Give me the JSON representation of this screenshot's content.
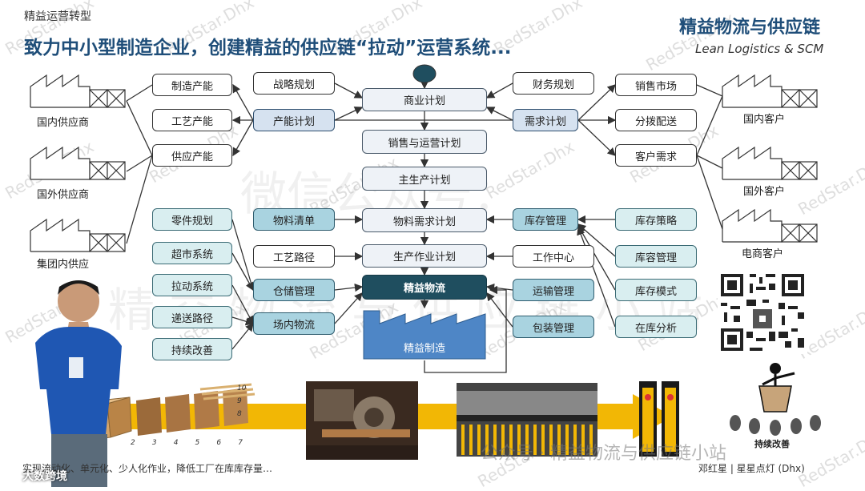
{
  "header": {
    "section_label": "精益运营转型",
    "title": "致力中小型制造企业，创建精益的供应链“拉动”运营系统...",
    "brand_cn": "精益物流与供应链",
    "brand_en": "Lean Logistics & SCM"
  },
  "left_entities": {
    "domestic_supplier": "国内供应商",
    "foreign_supplier": "国外供应商",
    "group_supplier": "集团内供应"
  },
  "right_entities": {
    "domestic_customer": "国内客户",
    "foreign_customer": "国外客户",
    "ecommerce_customer": "电商客户"
  },
  "boxes": {
    "mfg_capacity": "制造产能",
    "process_capacity": "工艺产能",
    "supply_capacity": "供应产能",
    "strategic_planning": "战略规划",
    "capacity_plan": "产能计划",
    "business_plan": "商业计划",
    "sop": "销售与运营计划",
    "mps": "主生产计划",
    "mrp": "物料需求计划",
    "production_plan": "生产作业计划",
    "lean_logistics": "精益物流",
    "lean_manufacturing": "精益制造",
    "financial_planning": "财务规划",
    "demand_plan": "需求计划",
    "sales_market": "销售市场",
    "distribution": "分拨配送",
    "customer_demand": "客户需求",
    "parts_planning": "零件规划",
    "supermarket": "超市系统",
    "pull_system": "拉动系统",
    "delivery_route": "递送路径",
    "continuous_improvement": "持续改善",
    "bom": "物料清单",
    "routing": "工艺路径",
    "warehouse_mgmt": "仓储管理",
    "inplant_logistics": "场内物流",
    "inventory_mgmt": "库存管理",
    "work_center": "工作中心",
    "transport_mgmt": "运输管理",
    "packaging_mgmt": "包装管理",
    "inventory_strategy": "库存策略",
    "capacity_mgmt": "库容管理",
    "inventory_mode": "库存模式",
    "inventory_analysis": "在库分析"
  },
  "bottom": {
    "caption": "实现流动化、单元化、少人化作业，降低工厂在库库存量…",
    "credit": "邓红星 | 星星点灯 (Dhx)",
    "wechat_account": "公众号 · 精益物流与供应链小站",
    "cartoon_caption": "持续改善",
    "logo_text": "大数跨境",
    "ruler_numbers": [
      "2",
      "3",
      "4",
      "5",
      "6",
      "7",
      "8",
      "9",
      "10"
    ]
  },
  "watermarks": {
    "redstar": "RedStar.Dhx",
    "big_1": "微信公众号：",
    "big_2": "精益物流与供应链小站"
  },
  "colors": {
    "title_blue": "#1f4e79",
    "box_blue": "#d6e2f0",
    "box_teal": "#a9d3e0",
    "box_dark": "#1f4e5f",
    "factory_blue": "#4e86c6",
    "arrow_gold": "#f2b705"
  }
}
